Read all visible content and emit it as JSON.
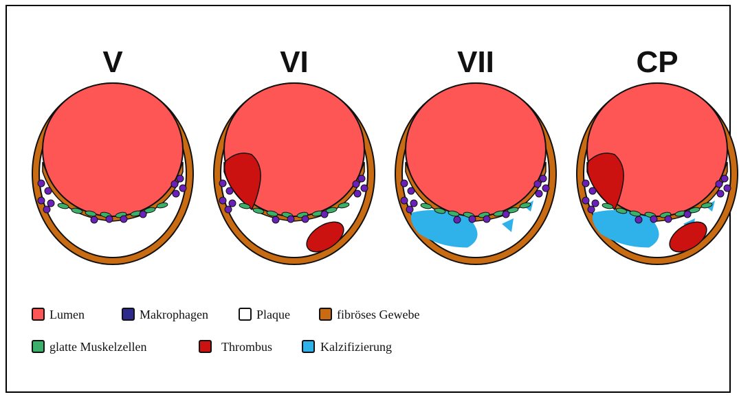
{
  "colors": {
    "lumen": "#fe5555",
    "makrophagen": "#6a21b8",
    "plaque": "#ffffff",
    "fibroes": "#c86b12",
    "muskel": "#3ab06a",
    "thrombus": "#cc1111",
    "kalzifizierung": "#2fb1ea"
  },
  "stages": [
    {
      "label": "V",
      "thrombus_lumen": false,
      "thrombus_plaque": false,
      "calcification": false
    },
    {
      "label": "VI",
      "thrombus_lumen": true,
      "thrombus_plaque": true,
      "calcification": false
    },
    {
      "label": "VII",
      "thrombus_lumen": false,
      "thrombus_plaque": false,
      "calcification": true
    },
    {
      "label": "CP",
      "thrombus_lumen": true,
      "thrombus_plaque": true,
      "calcification": true
    }
  ],
  "legend": [
    {
      "label": "Lumen",
      "color": "#fe5555",
      "icon": "lumen-swatch"
    },
    {
      "label": "Makrophagen",
      "color": "#2e2a8c",
      "icon": "makrophagen-swatch"
    },
    {
      "label": "Plaque",
      "color": "#ffffff",
      "icon": "plaque-swatch"
    },
    {
      "label": "fibröses Gewebe",
      "color": "#c86b12",
      "icon": "fibroes-swatch"
    },
    {
      "label": "glatte Muskelzellen",
      "color": "#3ab06a",
      "icon": "muskel-swatch"
    },
    {
      "label": "Thrombus",
      "color": "#cc1111",
      "icon": "thrombus-swatch"
    },
    {
      "label": "Kalzifizierung",
      "color": "#2fb1ea",
      "icon": "kalzifizierung-swatch"
    }
  ]
}
